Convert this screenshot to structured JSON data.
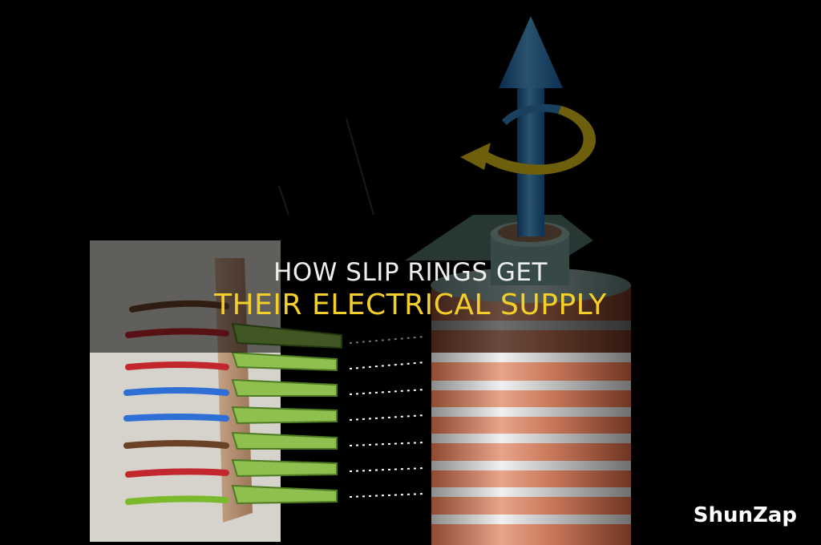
{
  "title": {
    "line1": "HOW SLIP RINGS GET",
    "line2": "THEIR ELECTRICAL SUPPLY"
  },
  "brand": {
    "name": "ShunZap"
  },
  "colors": {
    "title_line1": "#eeeeee",
    "title_line2": "#f4cf2a",
    "brand": "#ffffff",
    "copper": "#c9785a",
    "silver": "#c8c8c8",
    "brush_green": "#8fbf4e",
    "shaft_blue": "#2f8fd8",
    "rotation_arrow": "#f2d21c"
  },
  "illustration": {
    "icons": [
      "rotation-arrow-icon",
      "shaft-arrow-icon"
    ],
    "wire_colors": [
      "#6b4226",
      "#c2272d",
      "#c2272d",
      "#2e6fd6",
      "#2e6fd6",
      "#6b4226",
      "#c2272d",
      "#7ab82c"
    ]
  }
}
